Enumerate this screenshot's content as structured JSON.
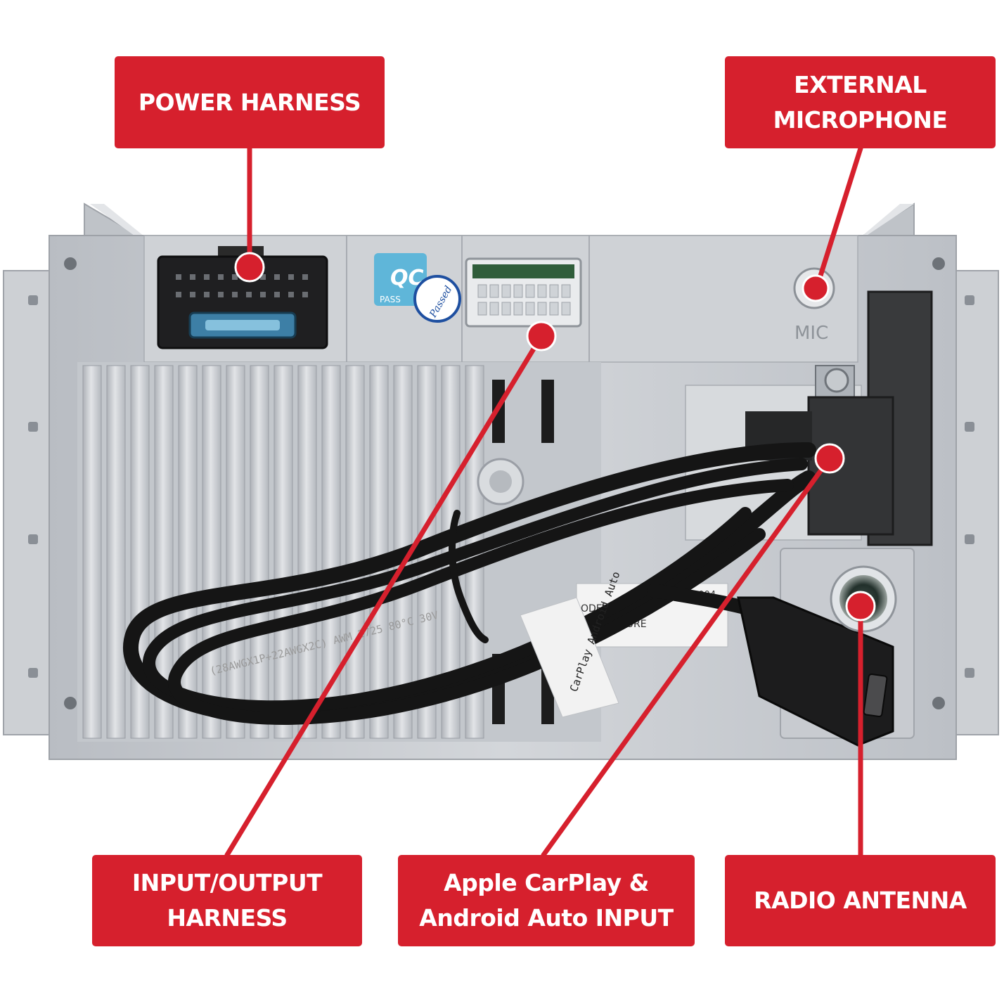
{
  "callouts": {
    "power_harness": "POWER HARNESS",
    "external_microphone": "EXTERNAL\nMICROPHONE",
    "io_harness": "INPUT/OUTPUT\nHARNESS",
    "carplay_input": "Apple CarPlay &\nAndroid Auto INPUT",
    "radio_antenna": "RADIO ANTENNA"
  },
  "device_labels": {
    "qc_sticker": "QC",
    "qc_pass": "PASS",
    "qc_passed": "Passed",
    "mic_port": "MIC",
    "cable_print": "(28AWGX1P+22AWGX2C) AWM 2725 80°C 30V",
    "cable_tag": "CarPlay Android Auto",
    "model_label_line1": "ODEL NO",
    "model_label_line2": "ANUFACTURE",
    "model_label_number": "1004"
  },
  "colors": {
    "accent": "#d6202d",
    "chassis": "#c9ccd1",
    "cable": "#141414"
  }
}
